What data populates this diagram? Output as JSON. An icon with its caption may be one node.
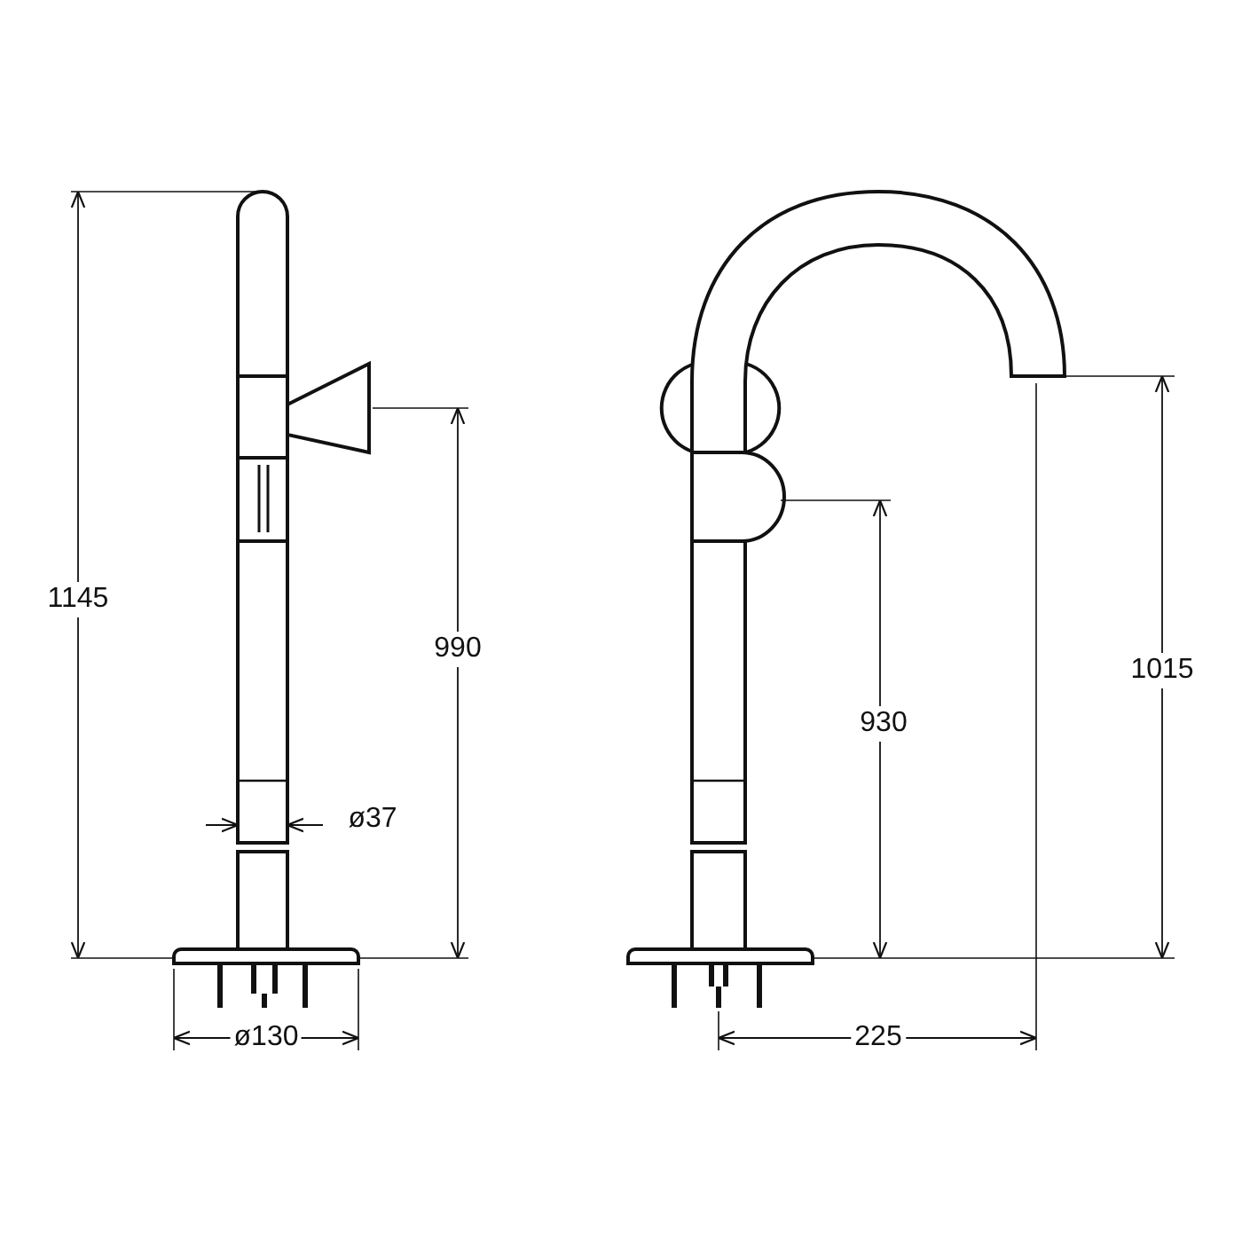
{
  "diagram": {
    "labels": [
      "1145",
      "990",
      "ø37",
      "ø130",
      "930",
      "1015",
      "225"
    ]
  }
}
